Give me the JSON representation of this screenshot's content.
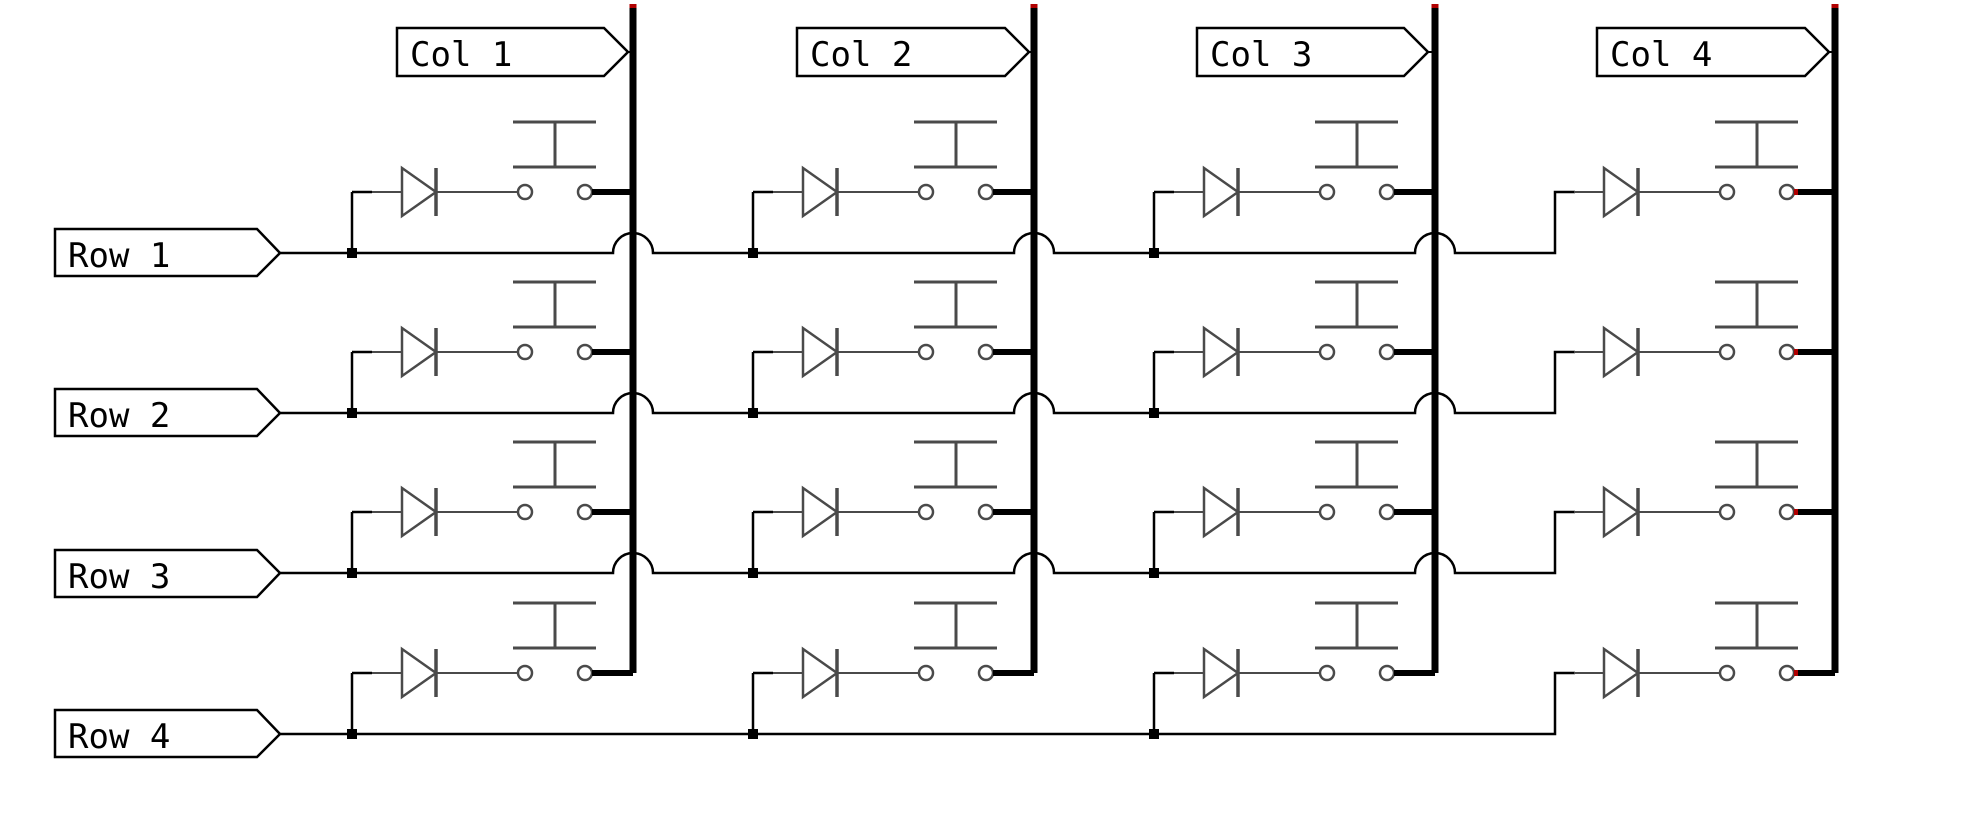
{
  "schematic": {
    "columns": [
      "Col 1",
      "Col 2",
      "Col 3",
      "Col 4"
    ],
    "rows": [
      "Row 1",
      "Row 2",
      "Row 3",
      "Row 4"
    ]
  },
  "colors": {
    "wire": "#000000",
    "component": "#4a4a4a",
    "pin_end": "#b00000",
    "background": "#ffffff"
  }
}
